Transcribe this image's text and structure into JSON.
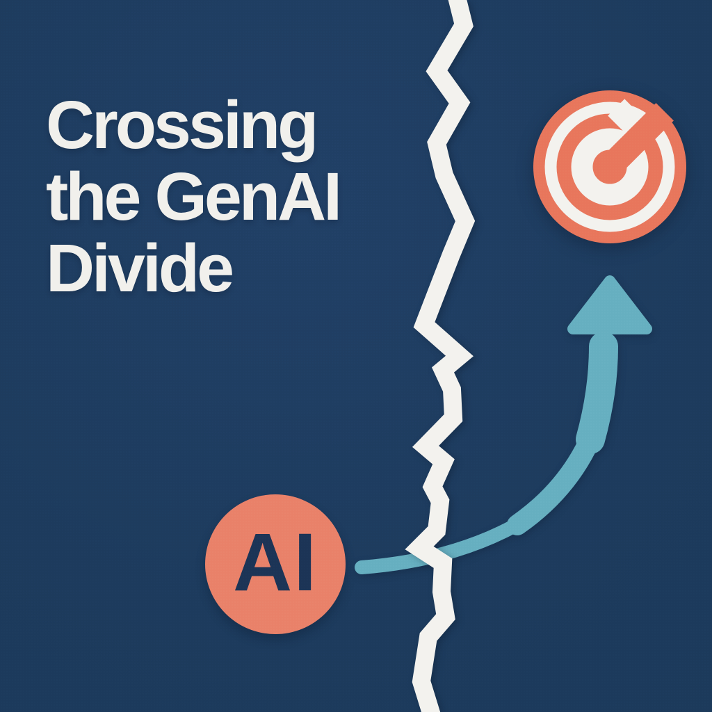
{
  "poster": {
    "title": {
      "lines": [
        "Crossing",
        "the GenAI",
        "Divide"
      ]
    },
    "ai_badge": {
      "label": "AI"
    },
    "icons": {
      "target": "target-bullseye-icon",
      "arrow": "curved-arrow-up-icon",
      "crack": "divide-crack-icon"
    },
    "colors": {
      "background": "#1C3A5B",
      "title_text": "#F1F0EC",
      "coral_target": "#E8765C",
      "coral_badge": "#E98169",
      "badge_text": "#1C3456",
      "teal_arrow": "#66AFC0",
      "crack_white": "#F3F2EE"
    }
  }
}
